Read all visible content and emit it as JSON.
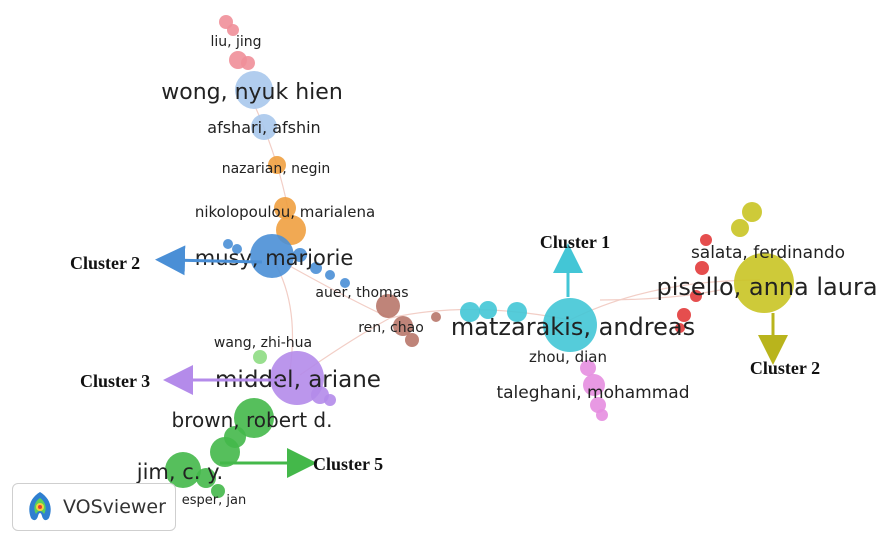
{
  "app": "VOSviewer",
  "network": {
    "labels": {
      "liu": "liu, jing",
      "wong": "wong, nyuk hien",
      "afshari": "afshari, afshin",
      "nazarian": "nazarian, negin",
      "nikolopoulou": "nikolopoulou, marialena",
      "musy": "musy, marjorie",
      "auer": "auer, thomas",
      "ren": "ren, chao",
      "wang": "wang, zhi-hua",
      "middel": "middel, ariane",
      "brown": "brown, robert d.",
      "jim": "jim, c. y.",
      "esper": "esper, jan",
      "matzarakis": "matzarakis, andreas",
      "zhou": "zhou, dian",
      "taleghani": "taleghani, mohammad",
      "salata": "salata, ferdinando",
      "pisello": "pisello, anna laura"
    },
    "annotations": {
      "cluster1_top": "Cluster 1",
      "cluster2_left": "Cluster 2",
      "cluster3": "Cluster 3",
      "cluster5": "Cluster 5",
      "cluster2_right": "Cluster 2"
    },
    "colors": {
      "pink": "#ef8f99",
      "lightblue": "#a9c8ec",
      "orange": "#f0a040",
      "blue": "#4a8fd6",
      "brown": "#b8776a",
      "cyan": "#43c6d6",
      "magenta": "#e68ee0",
      "red": "#e23b3b",
      "olive": "#c9c424",
      "purple": "#b48bea",
      "green": "#44b84a",
      "lightgreen": "#8edb83"
    }
  }
}
